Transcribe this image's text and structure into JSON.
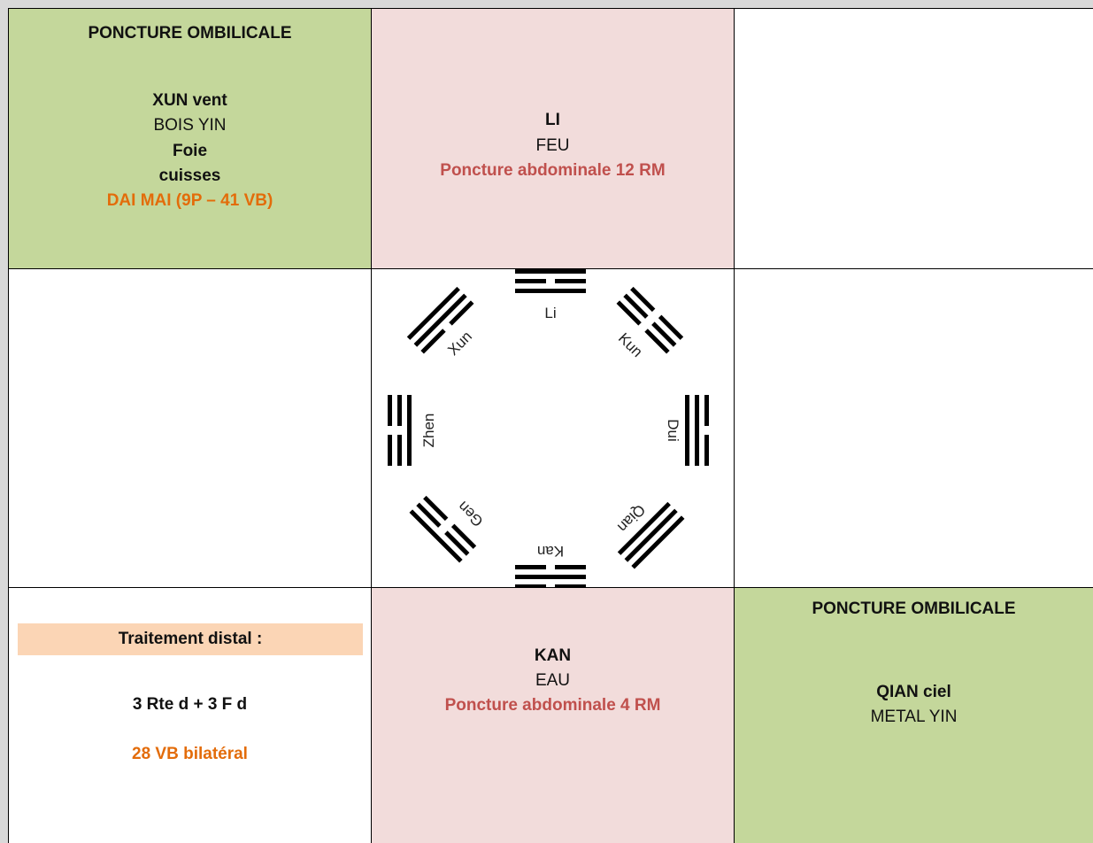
{
  "top_left": {
    "title": "PONCTURE OMBILICALE",
    "trigram": "XUN vent",
    "element": "BOIS YIN",
    "organ": "Foie",
    "body_part": "cuisses",
    "vessel": "DAI MAI (9P – 41 VB)"
  },
  "top_center": {
    "trigram": "LI",
    "element": "FEU",
    "treatment": "Poncture abdominale 12 RM"
  },
  "bagua": {
    "li": "Li",
    "kun": "Kun",
    "dui": "Dui",
    "qian": "Qian",
    "kan": "Kan",
    "gen": "Gen",
    "zhen": "Zhen",
    "xun": "Xun"
  },
  "bottom_left": {
    "header": "Traitement distal :",
    "points": "3 Rte d + 3 F d",
    "extra": "28 VB bilatéral"
  },
  "bottom_center": {
    "trigram": "KAN",
    "element": "EAU",
    "treatment": "Poncture abdominale 4 RM"
  },
  "bottom_right": {
    "title": "PONCTURE OMBILICALE",
    "trigram": "QIAN ciel",
    "element": "METAL YIN"
  },
  "colors": {
    "green": "#c4d79b",
    "pink": "#f2dcdb",
    "orange": "#e36c0a",
    "red": "#c0504d",
    "highlight": "#fbd5b5"
  }
}
